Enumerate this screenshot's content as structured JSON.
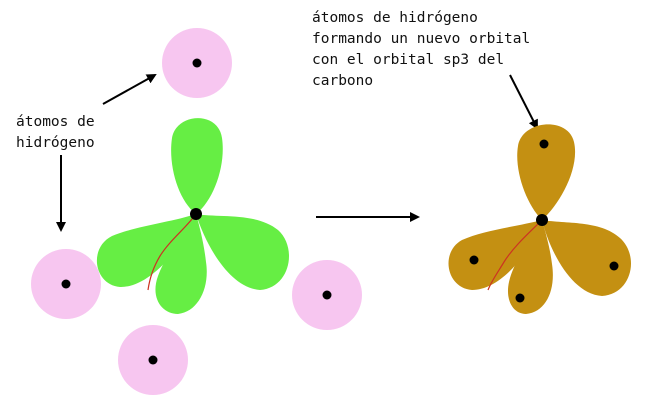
{
  "labels": {
    "hydrogen_atoms_line1": "átomos de",
    "hydrogen_atoms_line2": "hidrógeno",
    "new_orbital_line1": "átomos de hidrógeno",
    "new_orbital_line2": "formando un nuevo orbital",
    "new_orbital_line3": "con el orbital sp3 del",
    "new_orbital_line4": "carbono"
  },
  "colors": {
    "hydrogen_orbital": "#f7c6f0",
    "carbon_sp3_lobe": "#66ee44",
    "merged_orbital": "#c49012",
    "nucleus": "#000000",
    "bond_line": "#cc3322",
    "arrow": "#000000"
  }
}
